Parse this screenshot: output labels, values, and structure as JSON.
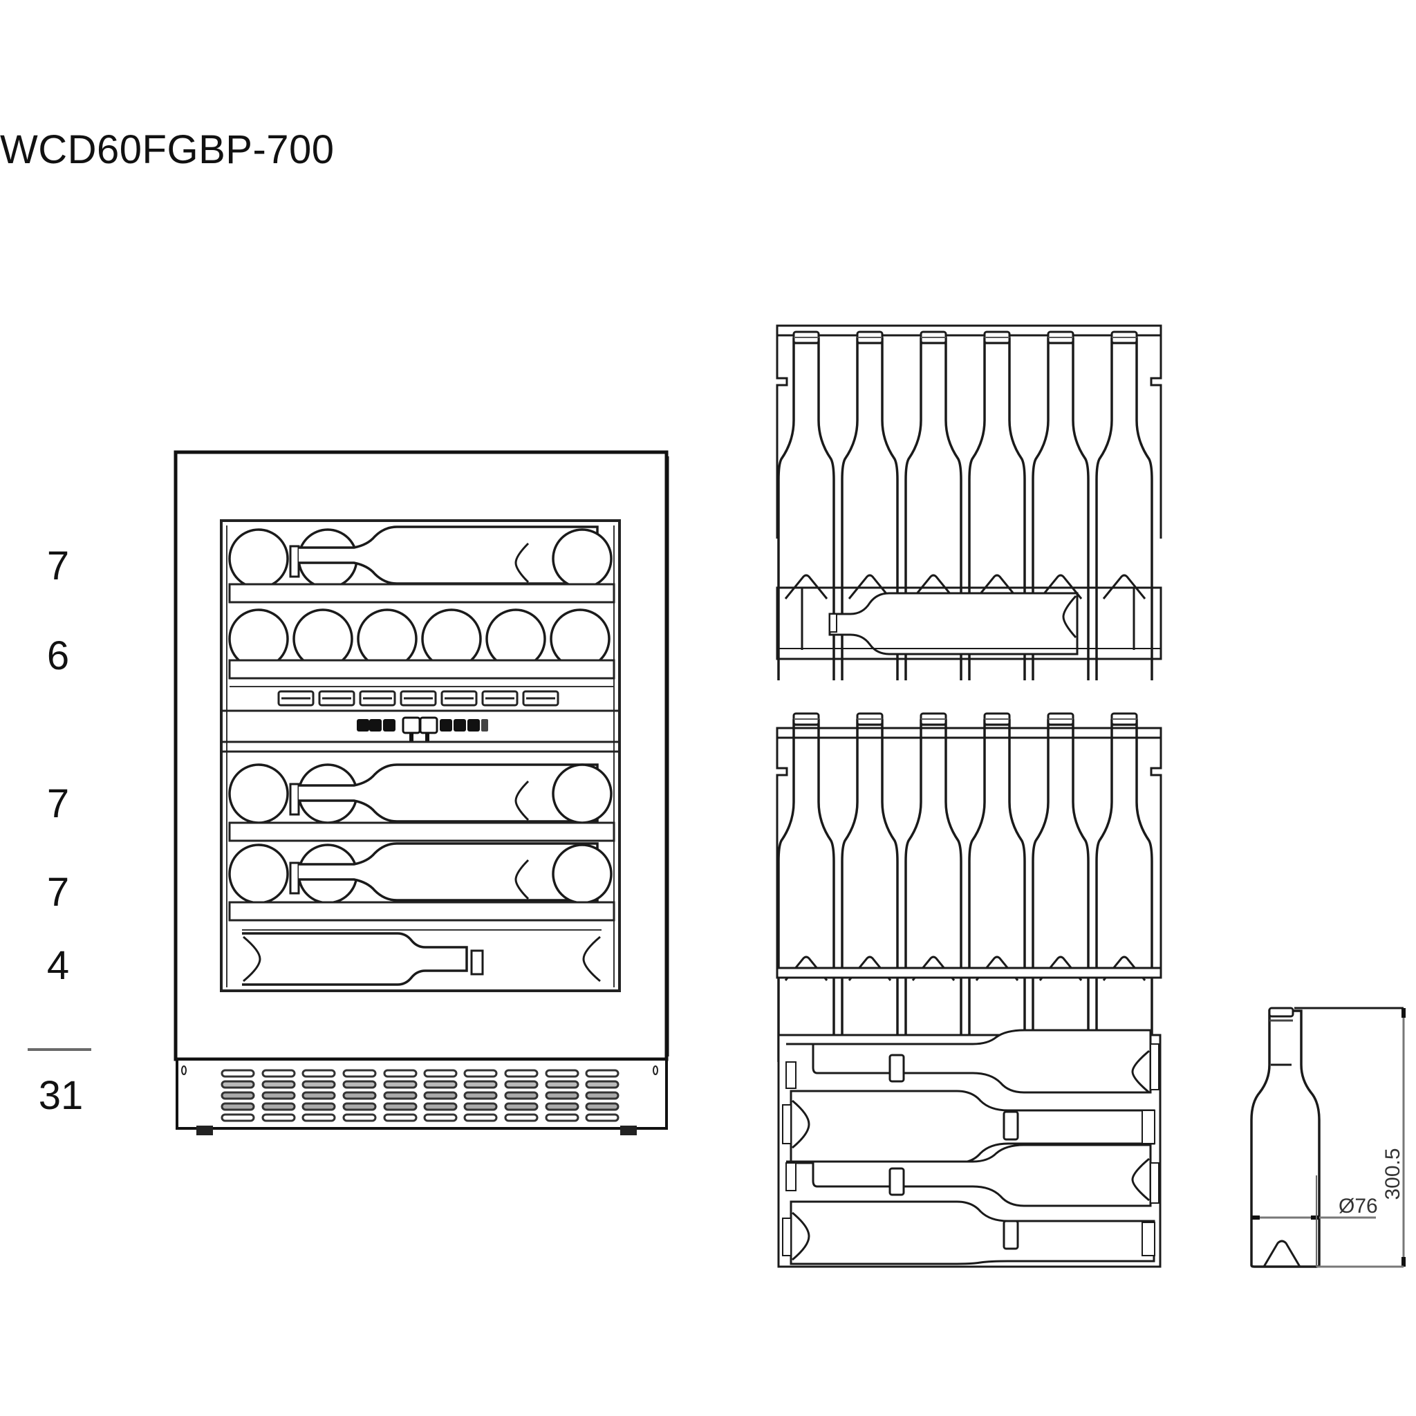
{
  "title": "WCD60FGBP-700",
  "shelf_counts": [
    {
      "zone": "upper-shelf-1",
      "count": "7"
    },
    {
      "zone": "upper-shelf-2",
      "count": "6"
    },
    {
      "zone": "lower-shelf-1",
      "count": "7"
    },
    {
      "zone": "lower-shelf-2",
      "count": "7"
    },
    {
      "zone": "bottom-shelf",
      "count": "4"
    }
  ],
  "total_count": "31",
  "bottle_dimensions": {
    "height": "300.5",
    "diameter": "Ø76"
  },
  "views": {
    "cabinet_front": "wine-cooler-front-view",
    "shelf_detail_1": "shelf-6-upright-plus-1-laid",
    "shelf_detail_2": "shelf-6-upright",
    "shelf_detail_3": "shelf-4-laid-alternating",
    "bottle_reference": "bottle-dimension-reference"
  }
}
